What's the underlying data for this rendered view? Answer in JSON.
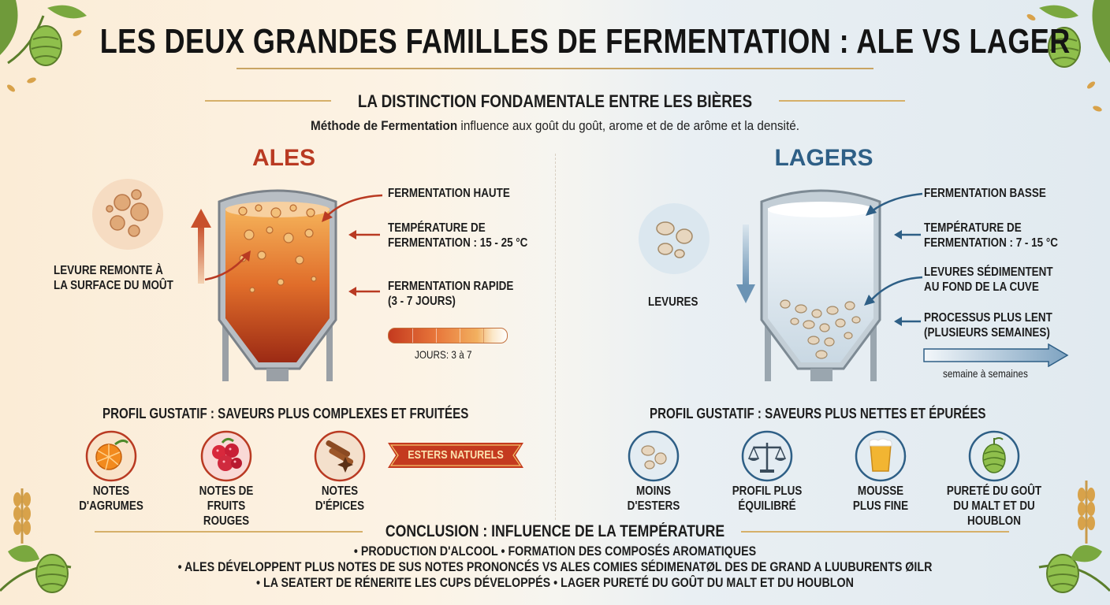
{
  "title": "LES DEUX GRANDES FAMILLES DE FERMENTATION : ALE VS LAGER",
  "subtitle": "LA DISTINCTION FONDAMENTALE ENTRE LES BIÈRES",
  "method": {
    "bold": "Méthode de Fermentation",
    "rest": " influence aux goût du goût, arome et de de arôme et la densité."
  },
  "ales": {
    "title": "ALES",
    "yeast_label": "LEVURE REMONTE À\nLA SURFACE DU MOÛT",
    "ann1": "FERMENTATION HAUTE",
    "ann2": "TEMPÉRATURE DE\nFERMENTATION : 15 - 25 °C",
    "ann3": "FERMENTATION RAPIDE\n(3 - 7 JOURS)",
    "days_label": "JOURS: 3 à 7",
    "profile": "PROFIL GUSTATIF : SAVEURS PLUS COMPLEXES ET FRUITÉES",
    "icons": [
      "NOTES\nD'AGRUMES",
      "NOTES DE\nFRUITS ROUGES",
      "NOTES\nD'ÉPICES"
    ],
    "banner": "ESTERS NATURELS"
  },
  "lagers": {
    "title": "LAGERS",
    "yeast_label": "LEVURES",
    "ann1": "FERMENTATION BASSE",
    "ann2": "TEMPÉRATURE DE\nFERMENTATION : 7 - 15 °C",
    "ann3": "LEVURES SÉDIMENTENT\nAU FOND DE LA CUVE",
    "ann4": "PROCESSUS PLUS LENT\n(PLUSIEURS SEMAINES)",
    "weeks_label": "semaine à semaines",
    "profile": "PROFIL GUSTATIF : SAVEURS PLUS NETTES ET ÉPURÉES",
    "icons": [
      "MOINS\nD'ESTERS",
      "PROFIL PLUS\nÉQUILIBRÉ",
      "MOUSSE\nPLUS FINE",
      "PURETÉ DU GOÛT\nDU MALT ET DU\nHOUBLON"
    ]
  },
  "conclusion": {
    "title": "CONCLUSION : INFLUENCE DE LA TEMPÉRATURE",
    "line1": "• PRODUCTION D'ALCOOL     • FORMATION DES COMPOSÉS AROMATIQUES",
    "line2": "• ALES DÉVELOPPENT PLUS NOTES DE SUS NOTES PRONONCÉS VS ALES COMIES SÉDIMENATØL DES DE GRAND A LUUBURENTS ØILR",
    "line3": "• LA SEATERT DE RÉNERITE LES CUPS DÉVELOPPÉS  • LAGER PURETÉ DU GOÛT DU MALT ET DU HOUBLON"
  },
  "colors": {
    "ale_red": "#b93a22",
    "lager_blue": "#2e5f86",
    "ink": "#1d1d1d",
    "gold": "#d8a24a"
  }
}
